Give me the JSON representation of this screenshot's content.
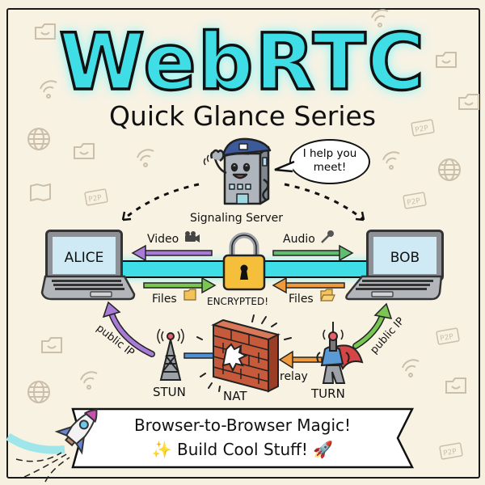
{
  "header": {
    "title": "WebRTC",
    "subtitle": "Quick Glance Series"
  },
  "colors": {
    "background": "#f8f2e3",
    "title_fill": "#3fdde6",
    "outline": "#111111",
    "video_arrow": "#a77bd6",
    "audio_arrow": "#5fbf6e",
    "files_left_arrow": "#7ac652",
    "files_right_arrow": "#ef9a3c",
    "lock": "#f5bf3c",
    "nat_wall": "#c65a3a",
    "stun_arrow": "#4f8fd6",
    "relay_arrow": "#ef9a3c",
    "cape": "#d64545"
  },
  "signaling": {
    "label": "Signaling Server",
    "speech_line1": "I help you",
    "speech_line2": "meet!"
  },
  "peers": {
    "left": "ALICE",
    "right": "BOB"
  },
  "streams": {
    "video": "Video",
    "audio": "Audio",
    "files_left": "Files",
    "files_right": "Files",
    "encrypted": "ENCRYPTED!"
  },
  "traversal": {
    "stun": "STUN",
    "nat": "NAT",
    "turn": "TURN",
    "relay": "relay",
    "public_ip_left": "public IP",
    "public_ip_right": "public IP"
  },
  "banner": {
    "line1": "Browser-to-Browser Magic!",
    "line2": "✨ Build Cool Stuff! 🚀"
  },
  "doodles": {
    "p2p": "P2P"
  }
}
